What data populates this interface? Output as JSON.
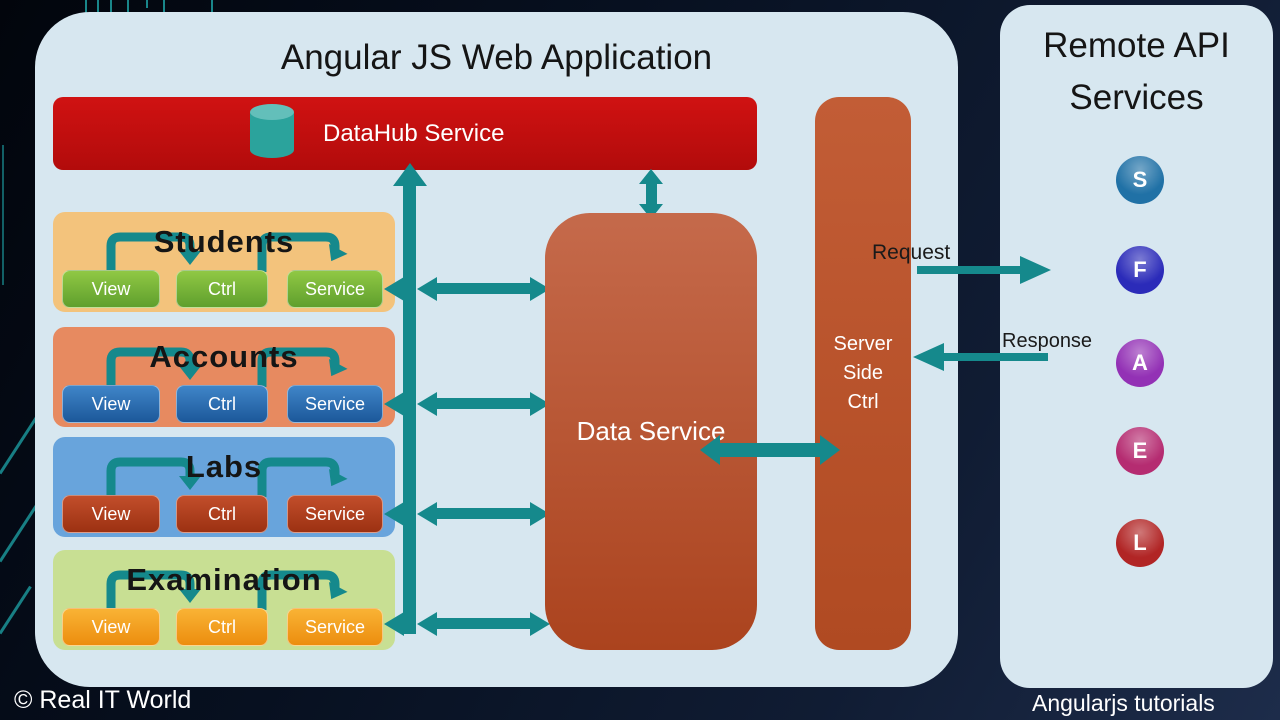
{
  "colors": {
    "panel": "#d7e7f0",
    "teal": "#15898c",
    "datahub_red_top": "#d01212",
    "datahub_red_bottom": "#b20b0b",
    "rust_top": "#c56a4b",
    "rust_bottom": "#ab431e",
    "server_top": "#c25d36",
    "server_bottom": "#b04a22",
    "cylinder_body": "#2ba39c",
    "cylinder_top": "#63bfba",
    "title_text": "#151515",
    "light_text": "#ffffff"
  },
  "header": {
    "title": "Angular JS Web Application"
  },
  "datahub": {
    "label": "DataHub Service",
    "icon": "database-cylinder-icon"
  },
  "modules": [
    {
      "name": "Students",
      "bg": "#f3c37c",
      "box_top": "#90c844",
      "box_bottom": "#5f9f2d",
      "components": [
        "View",
        "Ctrl",
        "Service"
      ]
    },
    {
      "name": "Accounts",
      "bg": "#e78a60",
      "box_top": "#3f85c8",
      "box_bottom": "#1c589a",
      "components": [
        "View",
        "Ctrl",
        "Service"
      ]
    },
    {
      "name": "Labs",
      "bg": "#68a4dc",
      "box_top": "#c24e2b",
      "box_bottom": "#9c3112",
      "components": [
        "View",
        "Ctrl",
        "Service"
      ]
    },
    {
      "name": "Examination",
      "bg": "#c8df93",
      "box_top": "#f9b335",
      "box_bottom": "#ec8d0e",
      "components": [
        "View",
        "Ctrl",
        "Service"
      ]
    }
  ],
  "data_service": {
    "label": "Data Service"
  },
  "server_side_ctrl": {
    "lines": [
      "Server",
      "Side",
      "Ctrl"
    ]
  },
  "flow": {
    "request_label": "Request",
    "response_label": "Response"
  },
  "remote_api": {
    "title_lines": [
      "Remote API",
      "Services"
    ],
    "services": [
      {
        "letter": "S",
        "color": "#2071a6"
      },
      {
        "letter": "F",
        "color": "#2b2bb9"
      },
      {
        "letter": "A",
        "color": "#9331b5"
      },
      {
        "letter": "E",
        "color": "#b52c71"
      },
      {
        "letter": "L",
        "color": "#b12525"
      }
    ]
  },
  "footer": {
    "left": "© Real IT World",
    "right": "Angularjs tutorials"
  }
}
